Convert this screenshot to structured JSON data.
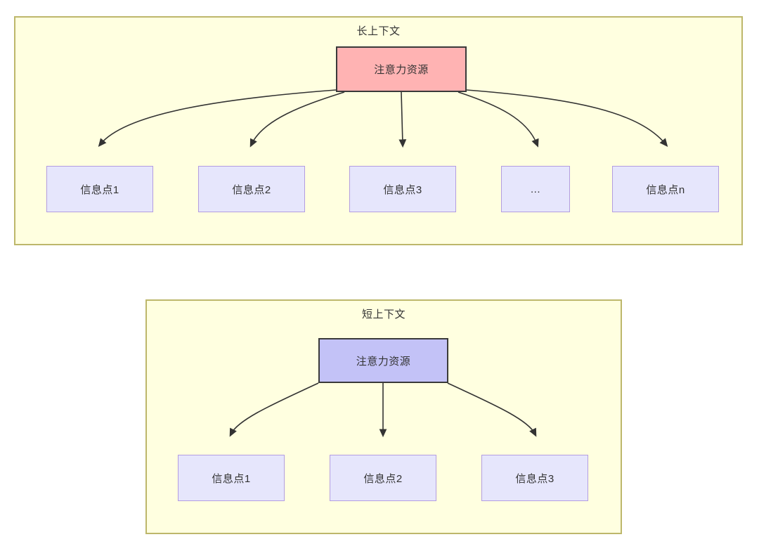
{
  "diagram": {
    "type": "flowchart",
    "background": "#ffffff",
    "panels": [
      {
        "id": "long-context",
        "title": "长上下文",
        "fill": "#FFFFE0",
        "border": "#BDB76B",
        "root": {
          "label": "注意力资源",
          "fill": "#FFB3B3",
          "border": "#3A3A3A"
        },
        "children": [
          {
            "label": "信息点1"
          },
          {
            "label": "信息点2"
          },
          {
            "label": "信息点3"
          },
          {
            "label": "..."
          },
          {
            "label": "信息点n"
          }
        ],
        "child_style": {
          "fill": "#E6E6FC",
          "border": "#B39DE0"
        }
      },
      {
        "id": "short-context",
        "title": "短上下文",
        "fill": "#FFFFE0",
        "border": "#BDB76B",
        "root": {
          "label": "注意力资源",
          "fill": "#C3C2F7",
          "border": "#3A3A3A"
        },
        "children": [
          {
            "label": "信息点1"
          },
          {
            "label": "信息点2"
          },
          {
            "label": "信息点3"
          }
        ],
        "child_style": {
          "fill": "#E6E6FC",
          "border": "#B39DE0"
        }
      }
    ],
    "edge_color": "#333333"
  }
}
